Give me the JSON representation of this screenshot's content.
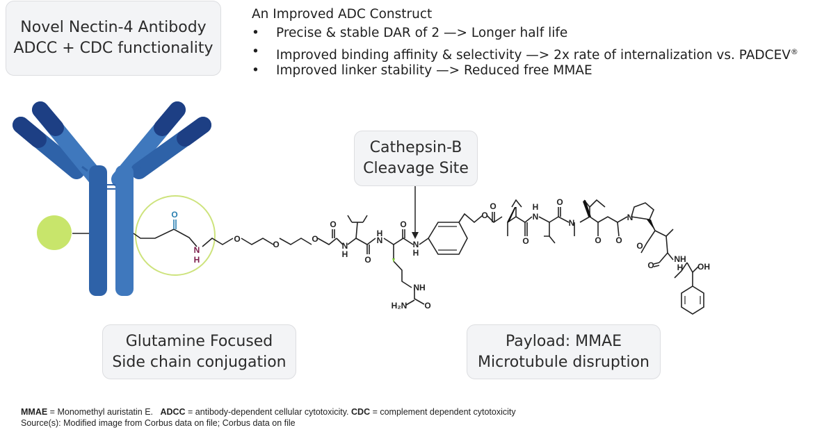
{
  "left_box": {
    "line1": "Novel Nectin-4 Antibody",
    "line2": "ADCC + CDC functionality"
  },
  "construct": {
    "title": "An Improved ADC Construct",
    "bullet_symbol": "•",
    "bullets": [
      {
        "text": "Precise & stable DAR of 2 —> Longer half life",
        "sup": ""
      },
      {
        "text": "Improved binding affinity & selectivity —> 2x rate of internalization vs. PADCEV",
        "sup": "®"
      },
      {
        "text": "Improved linker stability —> Reduced free MMAE",
        "sup": ""
      }
    ]
  },
  "cathepsin": {
    "line1": "Cathepsin-B",
    "line2": "Cleavage Site"
  },
  "glutamine": {
    "line1": "Glutamine Focused",
    "line2": "Side chain conjugation"
  },
  "payload": {
    "line1": "Payload: MMAE",
    "line2": "Microtubule disruption"
  },
  "atoms": {
    "o": "O",
    "n": "N",
    "h": "H",
    "nh": "NH",
    "h2n": "H₂N",
    "oh": "OH"
  },
  "footnote": {
    "mmae_abbr": "MMAE",
    "mmae_def": " = Monomethyl auristatin E.",
    "adcc_abbr": "ADCC",
    "adcc_def": " = antibody-dependent cellular cytotoxicity.",
    "cdc_abbr": "CDC",
    "cdc_def": " = complement dependent cytotoxicity",
    "source": "Source(s): Modified image from Corbus data on file; Corbus data on file"
  },
  "colors": {
    "antibody_dark": "#1d3f84",
    "antibody_mid": "#2e62a8",
    "antibody_light": "#3f78bd",
    "payload_dot": "#c8e56b",
    "conjugation_circle": "#cde37c",
    "carbonyl_o": "#2a7fb0",
    "amide_nh": "#7c1d4a"
  }
}
